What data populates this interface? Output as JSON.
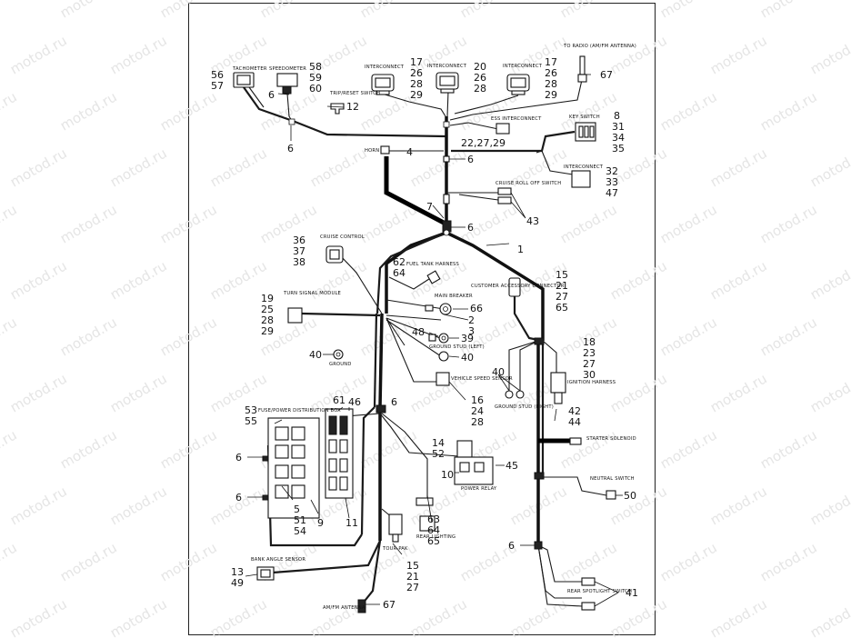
{
  "watermark": "motod.ru",
  "components": [
    {
      "key": "tachometer",
      "label": "TACHOMETER"
    },
    {
      "key": "speedometer",
      "label": "SPEEDOMETER"
    },
    {
      "key": "trip_reset",
      "label": "TRIP/RESET SWITCH"
    },
    {
      "key": "interconnect_a",
      "label": "INTERCONNECT"
    },
    {
      "key": "interconnect_b",
      "label": "INTERCONNECT"
    },
    {
      "key": "interconnect_c",
      "label": "INTERCONNECT"
    },
    {
      "key": "to_radio",
      "label": "TO RADIO (AM/FM ANTENNA)"
    },
    {
      "key": "ess_interconnect",
      "label": "ESS INTERCONNECT"
    },
    {
      "key": "key_switch",
      "label": "KEY SWITCH"
    },
    {
      "key": "horn",
      "label": "HORN"
    },
    {
      "key": "interconnect_d",
      "label": "INTERCONNECT"
    },
    {
      "key": "cruise_rolloff",
      "label": "CRUISE ROLL OFF SWITCH"
    },
    {
      "key": "cruise_control",
      "label": "CRUISE CONTROL"
    },
    {
      "key": "fuel_tank_harness",
      "label": "FUEL TANK HARNESS"
    },
    {
      "key": "main_breaker",
      "label": "MAIN BREAKER"
    },
    {
      "key": "customer_accessory",
      "label": "CUSTOMER ACCESSORY CONNECTOR"
    },
    {
      "key": "turn_signal_module",
      "label": "TURN SIGNAL MODULE"
    },
    {
      "key": "ground_stud_left",
      "label": "GROUND STUD (LEFT)"
    },
    {
      "key": "ground",
      "label": "GROUND"
    },
    {
      "key": "vehicle_speed_sensor",
      "label": "VEHICLE SPEED SENSOR"
    },
    {
      "key": "ground_stud_right",
      "label": "GROUND STUD (RIGHT)"
    },
    {
      "key": "ignition_harness",
      "label": "IGNITION HARNESS"
    },
    {
      "key": "fuse_box",
      "label": "FUSE/POWER DISTRIBUTION BOX"
    },
    {
      "key": "starter_solenoid",
      "label": "STARTER SOLENOID"
    },
    {
      "key": "power_relay",
      "label": "POWER RELAY"
    },
    {
      "key": "neutral_switch",
      "label": "NEUTRAL SWITCH"
    },
    {
      "key": "tour_pak",
      "label": "TOUR-PAK"
    },
    {
      "key": "rear_lighting",
      "label": "REAR LIGHTING"
    },
    {
      "key": "bank_angle",
      "label": "BANK ANGLE SENSOR"
    },
    {
      "key": "rear_spotlight",
      "label": "REAR SPOTLIGHT SWITCH"
    },
    {
      "key": "amfm_antenna",
      "label": "AM/FM ANTENNA"
    }
  ],
  "callouts": [
    "56",
    "57",
    "58",
    "59",
    "60",
    "6",
    "12",
    "6",
    "17",
    "26",
    "28",
    "29",
    "20",
    "26",
    "28",
    "17",
    "26",
    "28",
    "29",
    "67",
    "22,27,29",
    "8",
    "31",
    "34",
    "35",
    "4",
    "6",
    "32",
    "33",
    "47",
    "7",
    "6",
    "43",
    "1",
    "36",
    "37",
    "38",
    "62",
    "64",
    "15",
    "21",
    "27",
    "65",
    "66",
    "2",
    "3",
    "48",
    "39",
    "40",
    "19",
    "25",
    "28",
    "29",
    "40",
    "18",
    "23",
    "27",
    "30",
    "40",
    "6",
    "16",
    "24",
    "28",
    "42",
    "44",
    "53",
    "55",
    "61",
    "46",
    "14",
    "52",
    "6",
    "45",
    "10",
    "6",
    "5",
    "51",
    "54",
    "9",
    "11",
    "50",
    "63",
    "64",
    "65",
    "15",
    "21",
    "27",
    "6",
    "13",
    "49",
    "41",
    "67"
  ]
}
